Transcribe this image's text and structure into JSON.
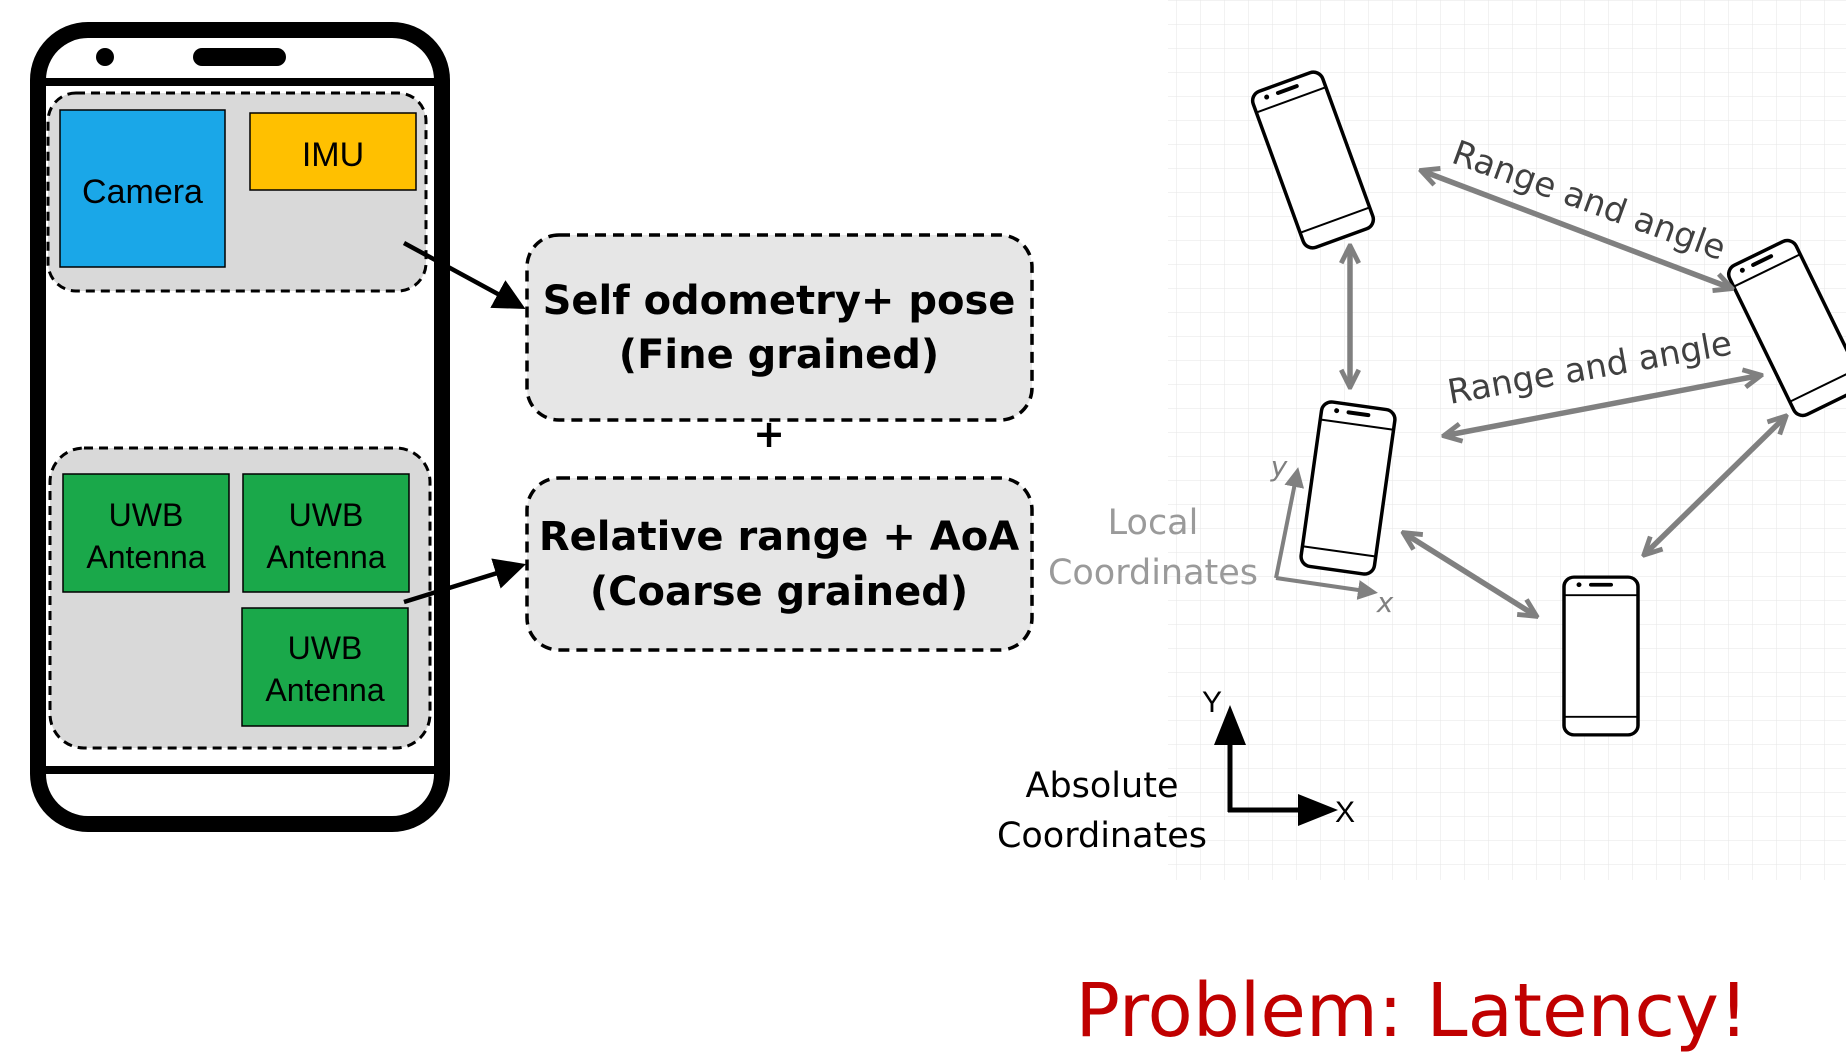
{
  "phone_components": {
    "camera": "Camera",
    "imu": "IMU",
    "uwb_line1": "UWB",
    "uwb_line2": "Antenna"
  },
  "boxes": {
    "self_line1": "Self odometry+ pose",
    "self_line2": "(Fine grained)",
    "plus": "+",
    "rel_line1": "Relative range + AoA",
    "rel_line2": "(Coarse grained)"
  },
  "network": {
    "edge_label_top": "Range and angle",
    "edge_label_mid": "Range and angle",
    "local_line1": "Local",
    "local_line2": "Coordinates",
    "local_x": "x",
    "local_y": "y",
    "abs_line1": "Absolute",
    "abs_line2": "Coordinates",
    "abs_x": "X",
    "abs_y": "Y"
  },
  "problem": "Problem: Latency!",
  "colors": {
    "camera": "#1aa7e8",
    "imu": "#ffc000",
    "uwb": "#1aa84a",
    "panel": "#d9d9d9",
    "arrow_gray": "#808080",
    "problem": "#c00000"
  }
}
